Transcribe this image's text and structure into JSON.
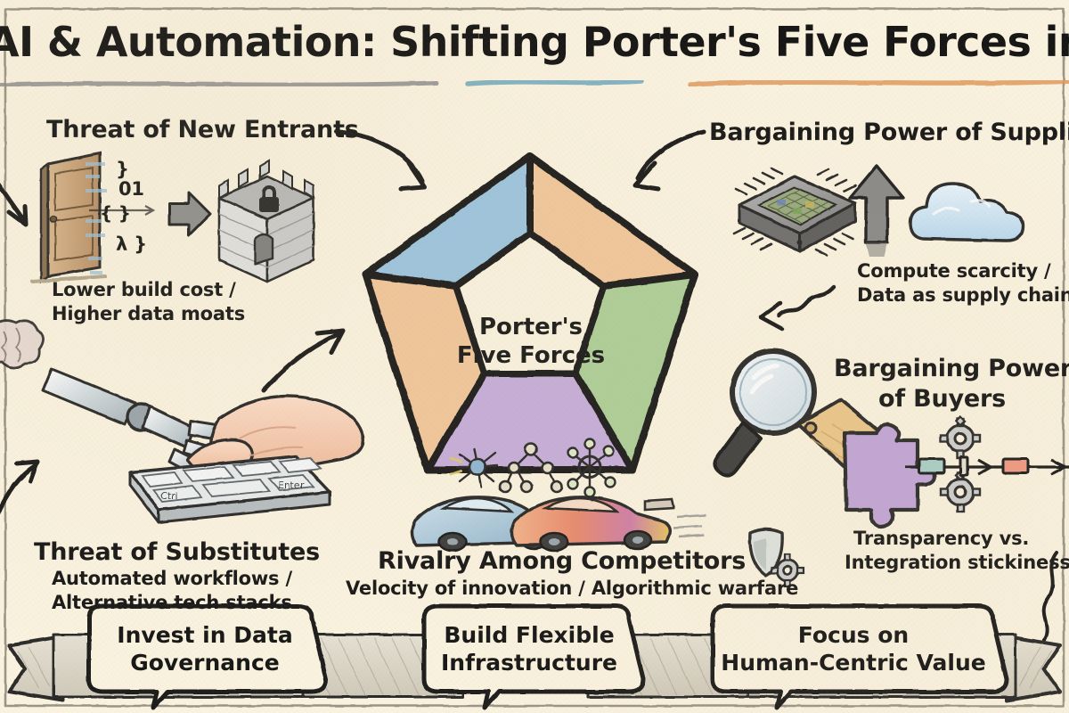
{
  "page": {
    "title": "AI & Automation: Shifting Porter's Five Forces in Tech",
    "background_color": "#faf3e0",
    "ink_color": "#181818"
  },
  "title_underline": [
    {
      "name": "gray-stroke",
      "color": "#8d8d8d"
    },
    {
      "name": "teal-stroke",
      "color": "#6fa8bd"
    },
    {
      "name": "orange-stroke",
      "color": "#e09a5e"
    }
  ],
  "center": {
    "label_line1": "Porter's",
    "label_line2": "Five Forces",
    "segments": [
      {
        "name": "threat-of-new-entrants",
        "color": "#9dc5e0"
      },
      {
        "name": "bargaining-power-of-suppliers",
        "color": "#f2c79c"
      },
      {
        "name": "bargaining-power-of-buyers",
        "color": "#aecf99"
      },
      {
        "name": "rivalry-among-competitors",
        "color": "#c6aedb"
      },
      {
        "name": "threat-of-substitutes",
        "color": "#f2c79c"
      }
    ]
  },
  "forces": [
    {
      "id": "threat-of-new-entrants",
      "title": "Threat of New Entrants",
      "sub_line1": "Lower build cost /",
      "sub_line2": "Higher data moats",
      "icons": [
        "open-door-icon",
        "code-snippet-icon",
        "arrow-right-icon",
        "castle-moat-icon",
        "padlock-icon"
      ]
    },
    {
      "id": "bargaining-power-of-suppliers",
      "title": "Bargaining Power of Suppliers",
      "sub_line1": "Compute scarcity /",
      "sub_line2": "Data as supply chain",
      "icons": [
        "cpu-chip-icon",
        "arrow-up-icon",
        "cloud-icon"
      ]
    },
    {
      "id": "bargaining-power-of-buyers",
      "title_line1": "Bargaining Power",
      "title_line2": "of Buyers",
      "sub_line1": "Transparency vs.",
      "sub_line2": "Integration stickiness",
      "icons": [
        "magnifier-icon",
        "price-tag-icon",
        "puzzle-piece-icon",
        "gear-icon",
        "pipeline-arrow-icon",
        "shield-gear-icon"
      ]
    },
    {
      "id": "threat-of-substitutes",
      "title": "Threat of Substitutes",
      "sub_line1": "Automated workflows /",
      "sub_line2": "Alternative tech stacks",
      "icons": [
        "robot-arm-icon",
        "human-hand-icon",
        "keyboard-icon",
        "brain-icon"
      ]
    },
    {
      "id": "rivalry-among-competitors",
      "title": "Rivalry Among Competitors",
      "sub_line1": "Velocity of innovation / Algorithmic warfare",
      "icons": [
        "race-car-blue-icon",
        "race-car-orange-icon",
        "neuron-icon",
        "decision-tree-icon",
        "molecule-icon"
      ]
    }
  ],
  "keyboard_keys": {
    "left": "Ctrl",
    "right": "Enter"
  },
  "code_glyphs": {
    "g1": "}",
    "g2": "01",
    "g3": "{ }",
    "g4": "λ }"
  },
  "banners": [
    {
      "id": "invest-in-data-governance",
      "line1": "Invest in Data",
      "line2": "Governance"
    },
    {
      "id": "build-flexible-infrastructure",
      "line1": "Build Flexible",
      "line2": "Infrastructure"
    },
    {
      "id": "focus-on-human-centric-value",
      "line1": "Focus on",
      "line2": "Human-Centric Value"
    }
  ]
}
